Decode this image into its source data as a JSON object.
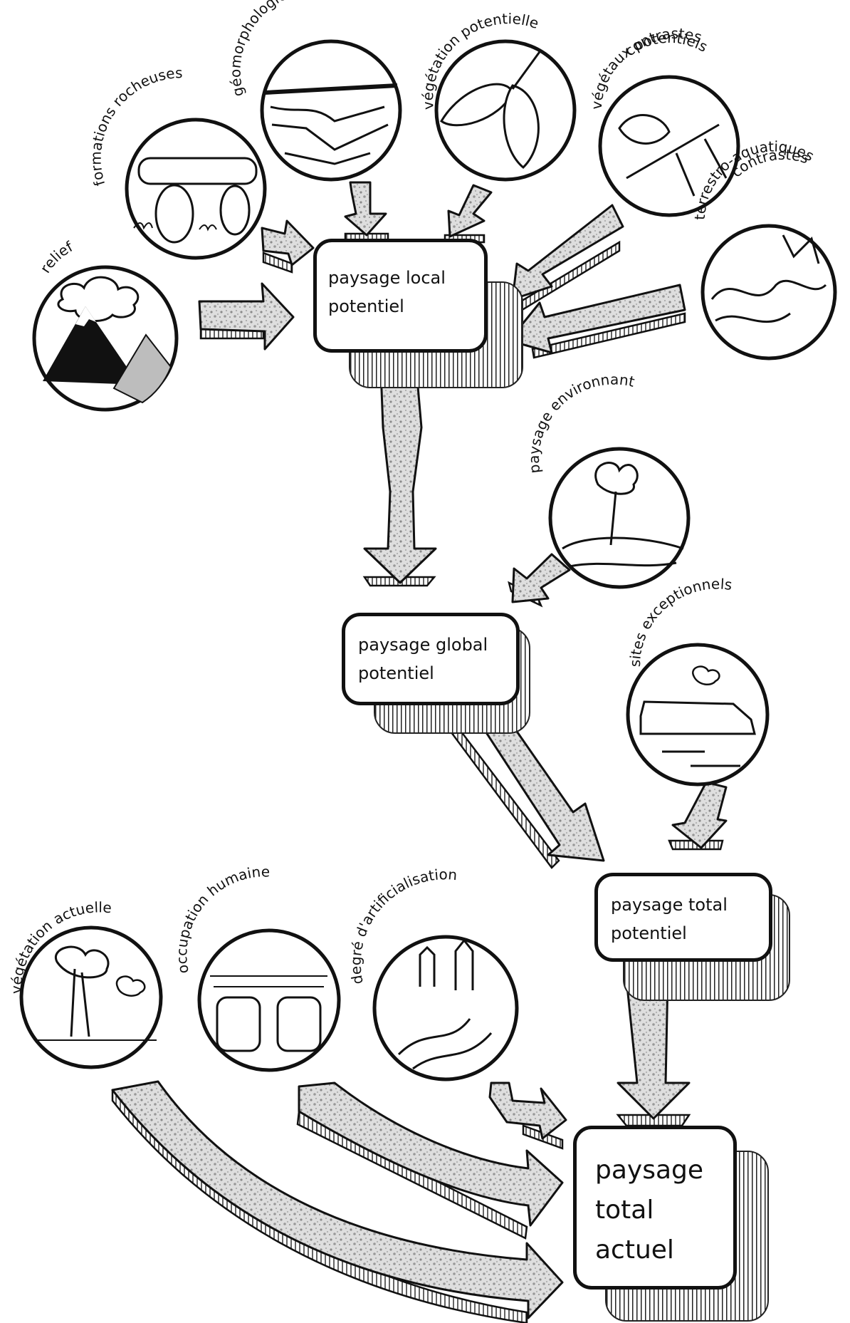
{
  "sources": {
    "relief": "relief",
    "formations_rocheuses": "formations rocheuses",
    "geomorphologie_locale": "géomorphologie locale",
    "vegetation_potentielle": "végétation potentielle",
    "contrastes_vegetaux_1": "contrastes",
    "contrastes_vegetaux_2": "végétaux potentiels",
    "contrastes_terrestro_1": "contrastes",
    "contrastes_terrestro_2": "terrestro-aquatiques",
    "paysage_environnant": "paysage environnant",
    "sites_exceptionnels": "sites exceptionnels",
    "vegetation_actuelle": "végétation actuelle",
    "occupation_humaine": "occupation humaine",
    "degre_artificialisation": "degré d'artificialisation"
  },
  "boxes": {
    "local": {
      "line1": "paysage   local",
      "line2": "potentiel"
    },
    "global": {
      "line1": "paysage  global",
      "line2": "potentiel"
    },
    "total_potentiel": {
      "line1": "paysage   total",
      "line2": "potentiel"
    },
    "total_actuel": {
      "line1": "paysage",
      "line2": "total",
      "line3": "actuel"
    }
  },
  "colors": {
    "ink": "#111111",
    "paper": "#ffffff",
    "speckle": "#c9c9c9"
  }
}
